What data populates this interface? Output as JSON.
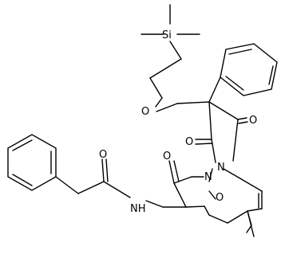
{
  "structure": {
    "atom_labels": {
      "si": "Si",
      "o_ether": "O",
      "o_carbonyl_top": "O",
      "o_carbonyl_mid": "O",
      "o_lactam": "O",
      "n_ring": "N",
      "n_bridge": "N",
      "o_bridge": "O",
      "o_amide": "O",
      "nh": "NH"
    }
  }
}
